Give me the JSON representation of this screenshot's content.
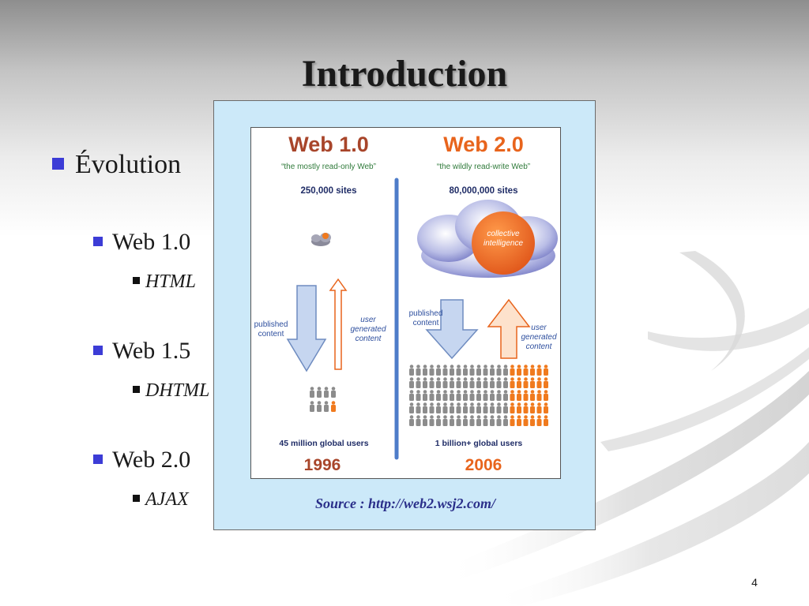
{
  "slide": {
    "title": "Introduction",
    "page_number": "4"
  },
  "bullets": {
    "level1": "Évolution",
    "items": [
      {
        "label": "Web 1.0",
        "sub": "HTML"
      },
      {
        "label": "Web 1.5",
        "sub": "DHTML"
      },
      {
        "label": "Web 2.0",
        "sub": "AJAX"
      }
    ]
  },
  "figure": {
    "source": "Source :  http://web2.wsj2.com/",
    "web1": {
      "heading": "Web 1.0",
      "tagline": "“the mostly read-only Web”",
      "sites": "250,000 sites",
      "published": [
        "published",
        "content"
      ],
      "user_generated": [
        "user",
        "generated",
        "content"
      ],
      "users": "45 million global users",
      "year": "1996"
    },
    "web2": {
      "heading": "Web 2.0",
      "tagline": "“the wildly read-write Web”",
      "sites": "80,000,000 sites",
      "cloud_label": [
        "collective",
        "intelligence"
      ],
      "published": [
        "published",
        "content"
      ],
      "user_generated": [
        "user",
        "generated",
        "content"
      ],
      "users": "1 billion+ global users",
      "year": "2006"
    },
    "colors": {
      "orange": "#e8641c",
      "brown": "#a8452a",
      "blue_arrow": "#c6d6f0",
      "divider": "#4e7cc9",
      "people_gray": "#8c8c8c",
      "people_orange": "#f07a1e"
    }
  }
}
